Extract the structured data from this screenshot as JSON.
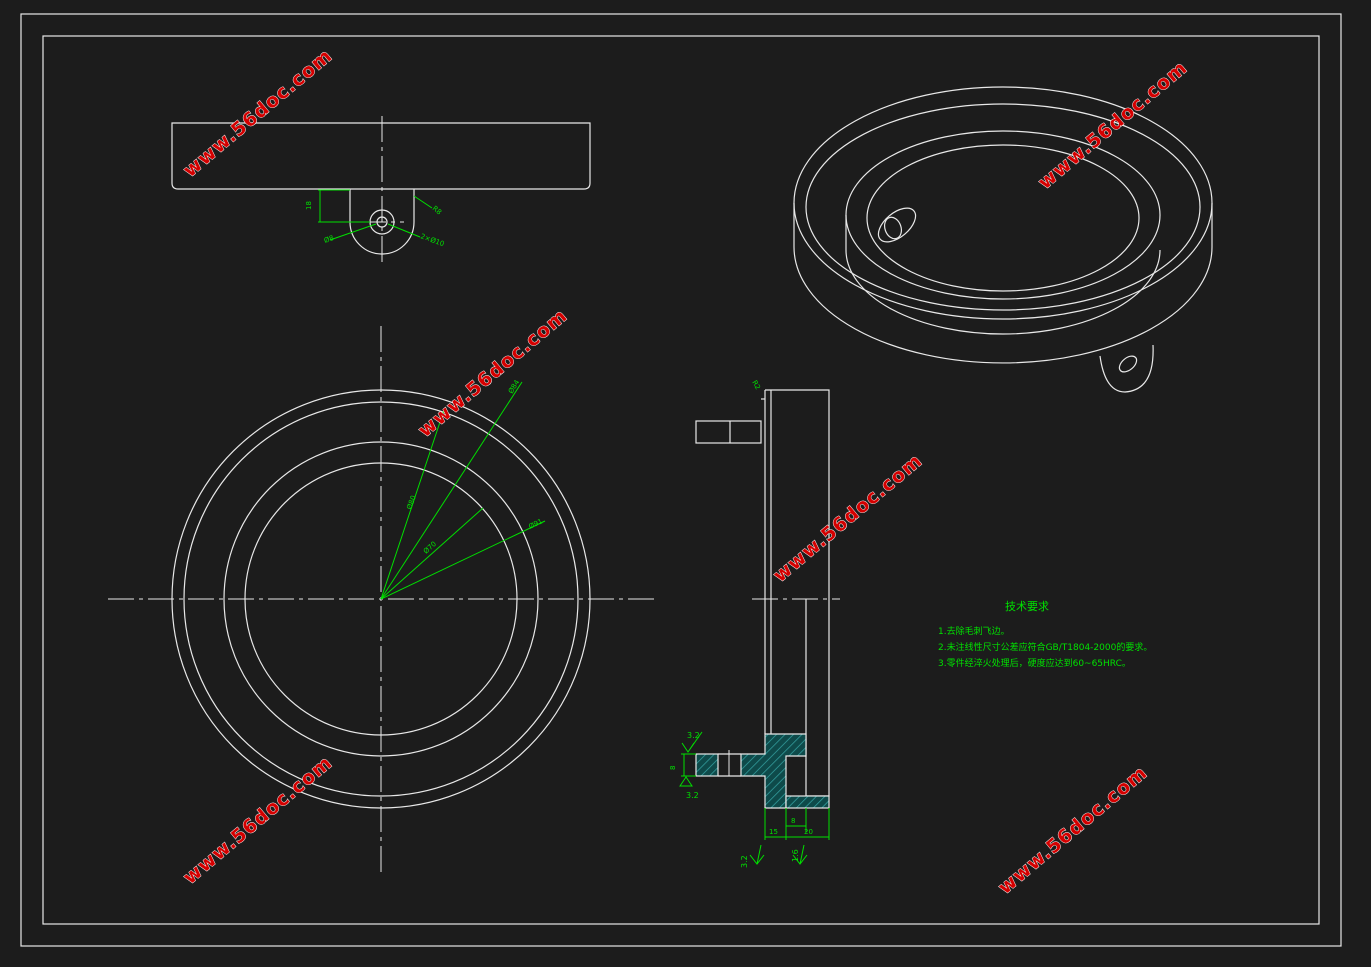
{
  "title_block": {
    "heading": "技术要求",
    "notes": [
      "1.去除毛刺飞边。",
      "2.未注线性尺寸公差应符合GB/T1804-2000的要求。",
      "3.零件经淬火处理后，硬度应达到60~65HRC。"
    ]
  },
  "watermark": "www.56doc.com",
  "dimensions": {
    "top_view_height": "18",
    "top_view_slot": "R8",
    "top_view_dia": "Ø8",
    "top_view_hole": "2×Ø10",
    "radial_1": "Ø84",
    "radial_2": "Ø80",
    "radial_3": "Ø70",
    "radial_4": "Ø91",
    "section_radius": "R2",
    "section_thk": "8",
    "section_w1": "15",
    "section_w2": "8",
    "section_w3": "20",
    "rough_1": "3.2",
    "rough_2": "3.2",
    "rough_3": "1.6",
    "rough_4": "3.2"
  },
  "colors": {
    "background": "#1c1c1c",
    "lines": "#e8e8e8",
    "dimensions": "#00e000",
    "watermark": "#d40000"
  }
}
